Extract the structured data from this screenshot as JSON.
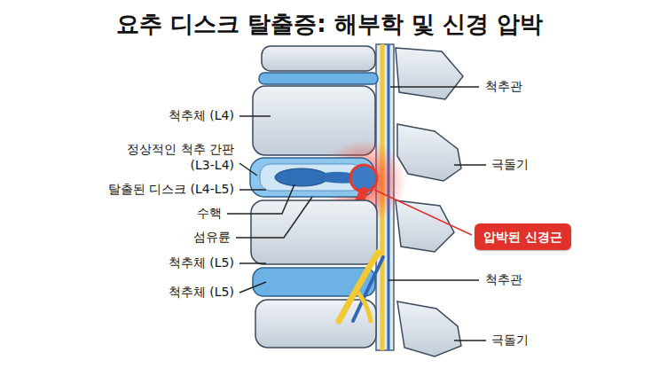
{
  "diagram": {
    "title": "요추 디스크 탈출증: 해부학 및 신경 압박",
    "nodes": [
      {
        "text": [
          "압박된 신경근"
        ]
      }
    ],
    "labels": [
      "척추관",
      "척추체 (L4)",
      "정상적인 척추 간판 (L3-L4)",
      "극돌기",
      "탈출된 디스크 (L4-L5)",
      "수핵",
      "섬유륜",
      "척추체 (L5)",
      "척추관",
      "척추체 (L5)",
      "극돌기"
    ]
  }
}
